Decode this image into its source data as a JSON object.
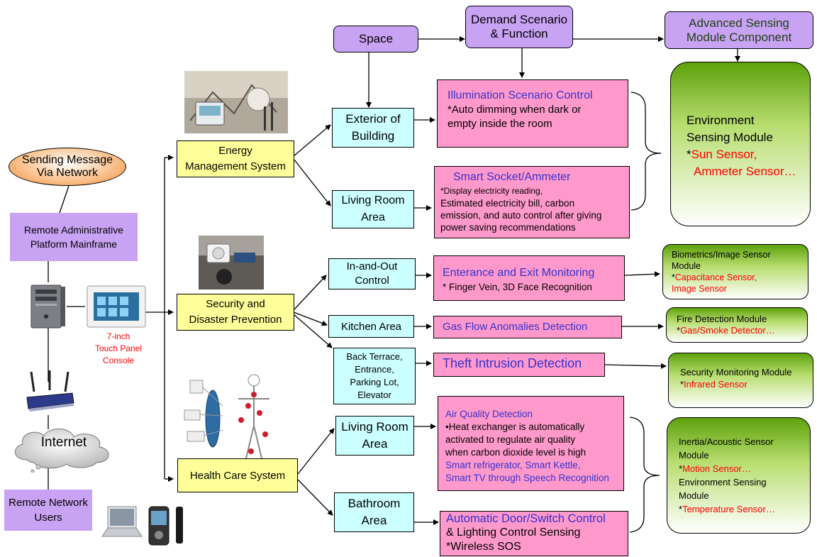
{
  "header": {
    "space": "Space",
    "demand": [
      "Demand Scenario",
      "& Function"
    ],
    "advanced": [
      "Advanced Sensing",
      "Module Component"
    ]
  },
  "left": {
    "sending": [
      "Sending Message",
      "Via Network"
    ],
    "remote_admin": [
      "Remote Administrative",
      "Platform Mainframe"
    ],
    "touch_panel": [
      "7-inch",
      "Touch Panel",
      "Console"
    ],
    "internet": "Internet",
    "remote_users": [
      "Remote Network",
      "Users"
    ]
  },
  "systems": {
    "energy": [
      "Energy",
      "Management System"
    ],
    "security": [
      "Security and",
      "Disaster Prevention"
    ],
    "health": "Health Care System"
  },
  "spaces": {
    "exterior": [
      "Exterior of",
      "Building"
    ],
    "living1": [
      "Living Room",
      "Area"
    ],
    "inout": [
      "In-and-Out",
      "Control"
    ],
    "kitchen": "Kitchen Area",
    "back": [
      "Back Terrace,",
      "Entrance,",
      "Parking Lot,",
      "Elevator"
    ],
    "living2": [
      "Living Room",
      "Area"
    ],
    "bathroom": [
      "Bathroom",
      "Area"
    ]
  },
  "functions": {
    "illumination": {
      "title": "Illumination Scenario Control",
      "body": [
        "*Auto dimming when dark or",
        "empty inside the room"
      ]
    },
    "socket": {
      "title": "Smart Socket/Ammeter",
      "body": [
        "*Display electricity reading,",
        "Estimated electricity bill, carbon",
        "emission, and auto control after giving",
        "power saving recommendations"
      ]
    },
    "entrance": {
      "title": "Enterance and Exit Monitoring",
      "body": "* Finger Vein, 3D Face Recognition"
    },
    "gas": "Gas Flow Anomalies Detection",
    "theft": "Theft Intrusion Detection",
    "air": {
      "title": "Air Quality Detection",
      "body": [
        "•Heat exchanger is automatically",
        "activated to regulate air quality",
        "when carbon dioxide level is high"
      ],
      "extra": [
        "Smart refrigerator, Smart Kettle,",
        "Smart TV through Speech Recognition"
      ]
    },
    "door": {
      "title": "Automatic Door/Switch Control",
      "body": [
        "& Lighting Control Sensing",
        "*Wireless SOS"
      ]
    }
  },
  "modules": {
    "environment": {
      "title": [
        "Environment",
        "Sensing Module"
      ],
      "sensors": [
        "Sun Sensor,",
        "Ammeter Sensor…"
      ]
    },
    "biometrics": {
      "title": [
        "Biometrics/Image Sensor",
        "Module"
      ],
      "sensors": [
        "Capacitance Sensor,",
        "Image Sensor"
      ]
    },
    "fire": {
      "title": "Fire Detection Module",
      "sensors": "Gas/Smoke Detector…"
    },
    "security": {
      "title": "Security Monitoring Module",
      "sensors": "Infrared Sensor"
    },
    "inertia": {
      "title": [
        "Inertia/Acoustic Sensor",
        "Module"
      ],
      "sensors1": "Motion Sensor…",
      "title2": [
        "Environment Sensing",
        "Module"
      ],
      "sensors2": "Temperature Sensor…"
    }
  },
  "colors": {
    "purple": "#c9a3f3",
    "yellow": "#ffff99",
    "cyan": "#ccffff",
    "pink": "#ff99cc",
    "green": "#5ea10c",
    "blue_text": "#3333cc",
    "red_text": "#ff0000",
    "orange": "#f6913a"
  }
}
